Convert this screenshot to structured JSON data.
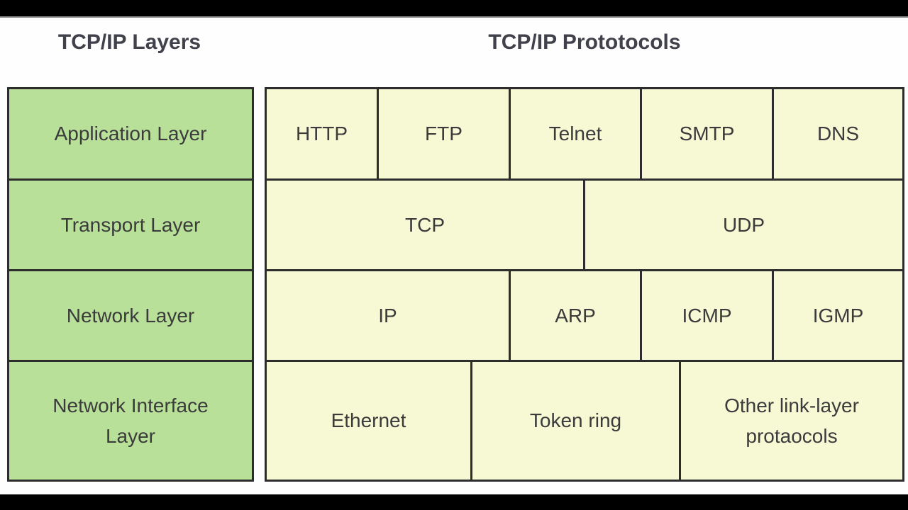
{
  "headers": {
    "layers": "TCP/IP Layers",
    "protocols": "TCP/IP Prototocols"
  },
  "layers": [
    "Application Layer",
    "Transport Layer",
    "Network Layer",
    "Network Interface Layer"
  ],
  "protocols": {
    "row1": [
      "HTTP",
      "FTP",
      "Telnet",
      "SMTP",
      "DNS"
    ],
    "row2": [
      "TCP",
      "UDP"
    ],
    "row3": [
      "IP",
      "ARP",
      "ICMP",
      "IGMP"
    ],
    "row4": [
      "Ethernet",
      "Token ring",
      "Other link-layer protaocols"
    ]
  },
  "colors": {
    "layer_fill": "#b8e099",
    "protocol_fill": "#f7f8d4",
    "border": "#2d2d2d",
    "text": "#3b3b3c",
    "heading_text": "#41414b",
    "letterbox": "#000000",
    "background": "#fefefe"
  }
}
